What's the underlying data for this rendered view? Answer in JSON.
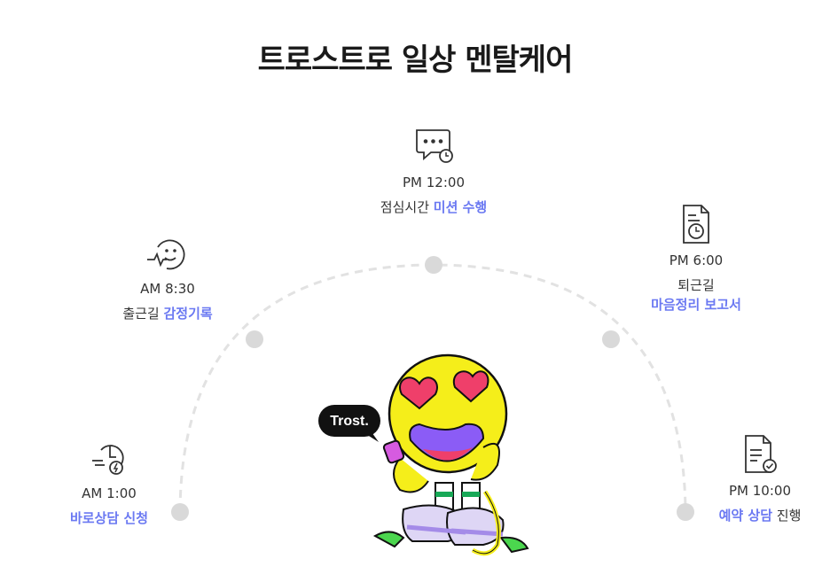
{
  "page": {
    "title": "트로스트로 일상 멘탈케어"
  },
  "schedule": [
    {
      "time": "AM 1:00",
      "prefix": "",
      "highlight": "바로상담 신청",
      "suffix": "",
      "icon": "clock-lightning-icon"
    },
    {
      "time": "AM 8:30",
      "prefix": "출근길 ",
      "highlight": "감정기록",
      "suffix": "",
      "icon": "smile-pulse-icon"
    },
    {
      "time": "PM 12:00",
      "prefix": "점심시간 ",
      "highlight": "미션 수행",
      "suffix": "",
      "icon": "chat-clock-icon"
    },
    {
      "time": "PM 6:00",
      "line1": "퇴근길",
      "highlight": "마음정리 보고서",
      "icon": "document-clock-icon"
    },
    {
      "time": "PM 10:00",
      "prefix": "",
      "highlight": "예약 상담",
      "suffix": " 진행",
      "icon": "document-check-icon"
    }
  ],
  "mascot": {
    "bubble": "Trost."
  },
  "colors": {
    "accent": "#6b79f2",
    "mascot_yellow": "#f5ee1a",
    "heart": "#ef3f6a",
    "dot": "#d9d9d9"
  }
}
